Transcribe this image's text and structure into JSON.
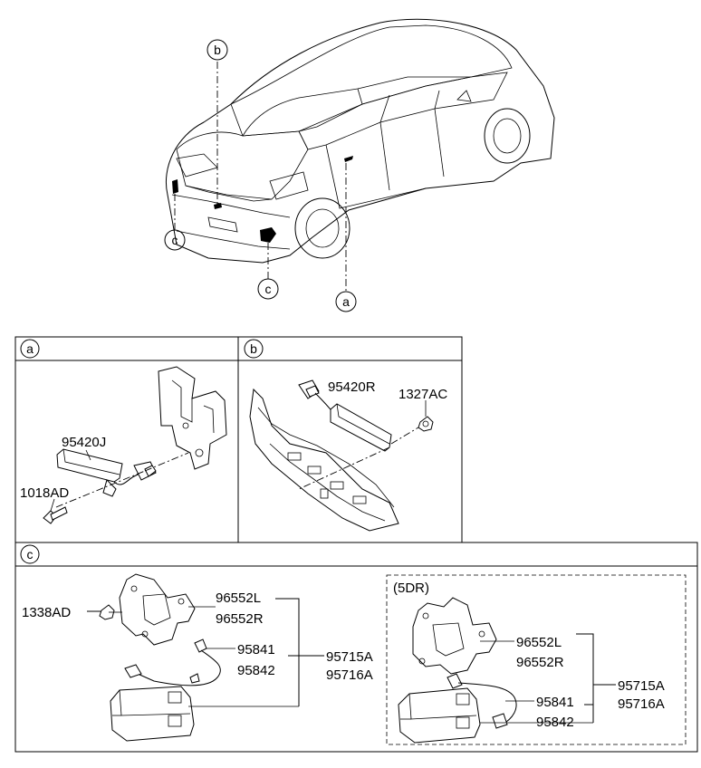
{
  "callouts": {
    "a": "a",
    "b": "b",
    "c": "c"
  },
  "sections": {
    "a": {
      "label": "a",
      "parts": {
        "sensor": "95420J",
        "bolt": "1018AD"
      }
    },
    "b": {
      "label": "b",
      "parts": {
        "sensor": "95420R",
        "nut": "1327AC"
      }
    },
    "c": {
      "label": "c",
      "variant_label": "(5DR)",
      "parts": {
        "bolt": "1338AD",
        "bracket_l": "96552L",
        "bracket_r": "96552R",
        "ext_a": "95841",
        "ext_b": "95842",
        "unit_a": "95715A",
        "unit_b": "95716A"
      }
    }
  }
}
